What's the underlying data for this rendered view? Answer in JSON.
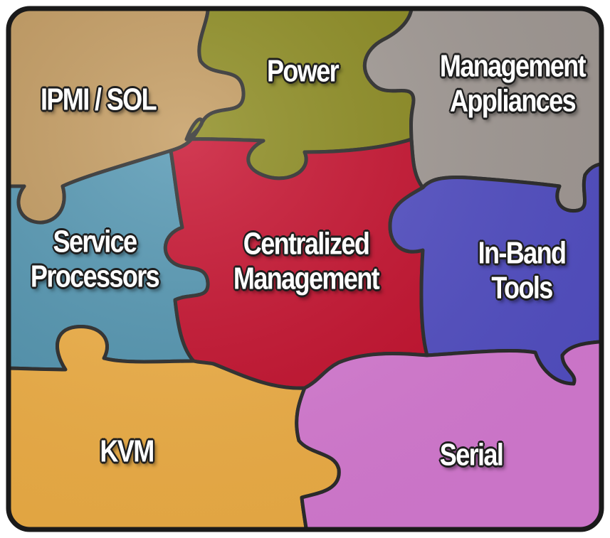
{
  "pieces": {
    "ipmi": {
      "lines": [
        "IPMI / SOL"
      ],
      "color": "#c39a5e"
    },
    "power": {
      "lines": [
        "Power"
      ],
      "color": "#8c8b1e"
    },
    "appliances": {
      "lines": [
        "Management",
        "Appliances"
      ],
      "color": "#a59d98"
    },
    "service": {
      "lines": [
        "Service",
        "Processors"
      ],
      "color": "#5397b3"
    },
    "centralized": {
      "lines": [
        "Centralized",
        "Management"
      ],
      "color": "#c8102e"
    },
    "inband": {
      "lines": [
        "In-Band",
        "Tools"
      ],
      "color": "#5551c8"
    },
    "kvm": {
      "lines": [
        "KVM"
      ],
      "color": "#f5b347"
    },
    "serial": {
      "lines": [
        "Serial"
      ],
      "color": "#dc7ed8"
    }
  }
}
